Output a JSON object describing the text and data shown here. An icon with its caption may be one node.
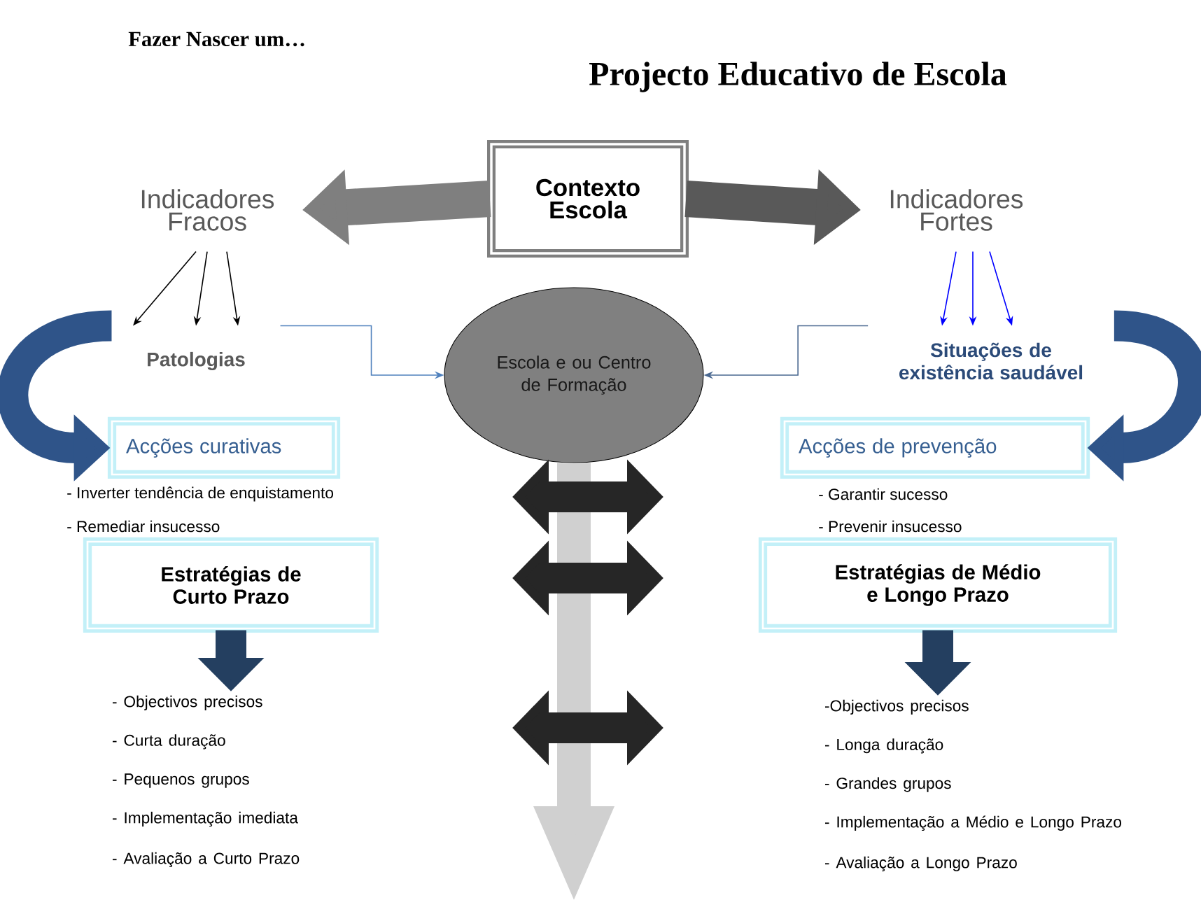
{
  "diagram": {
    "title": "Projecto Educativo de Escola",
    "nodes": [
      {
        "text": [
          "Contexto Escola"
        ]
      },
      {
        "text": [
          "Indicadores Fracos"
        ]
      },
      {
        "text": [
          "Indicadores Fortes"
        ]
      },
      {
        "text": [
          "Patologias"
        ]
      },
      {
        "text": [
          "Situações de existência saudável"
        ]
      },
      {
        "text": [
          "Escola e ou Centro de Formação"
        ]
      },
      {
        "text": [
          "Acções curativas"
        ]
      },
      {
        "text": [
          "Acções de prevenção"
        ]
      },
      {
        "text": [
          "Estratégias de Curto Prazo"
        ]
      },
      {
        "text": [
          "Estratégias de Médio e Longo Prazo"
        ]
      },
      {
        "text": [
          "- Objectivos precisos",
          "- Curta duração",
          "- Pequenos grupos",
          "- Implementação imediata",
          "- Avaliação a Curto Prazo"
        ]
      },
      {
        "text": [
          "-Objectivos precisos",
          "- Longa duração",
          "- Grandes grupos",
          "- Implementação a Médio e Longo Prazo",
          "- Avaliação a Longo Prazo"
        ]
      }
    ],
    "edges": [
      {
        "from": 0,
        "to": 1,
        "arrow": "to",
        "style": "thick",
        "color": "#7f7f7f"
      },
      {
        "from": 0,
        "to": 2,
        "arrow": "to",
        "style": "thick",
        "color": "#595959"
      },
      {
        "from": 1,
        "to": 3,
        "arrow": "to"
      },
      {
        "from": 1,
        "to": 3,
        "arrow": "to"
      },
      {
        "from": 1,
        "to": 3,
        "arrow": "to"
      },
      {
        "from": 2,
        "to": 4,
        "arrow": "to",
        "color": "#0000ff"
      },
      {
        "from": 2,
        "to": 4,
        "arrow": "to",
        "color": "#0000ff"
      },
      {
        "from": 2,
        "to": 4,
        "arrow": "to",
        "color": "#0000ff"
      },
      {
        "from": 3,
        "to": 5,
        "arrow": "to",
        "color": "#4f81bd"
      },
      {
        "from": 4,
        "to": 5,
        "arrow": "to",
        "color": "#4a6890"
      },
      {
        "from": 3,
        "to": 6,
        "arrow": "to",
        "style": "thick",
        "color": "#2f5489"
      },
      {
        "from": 4,
        "to": 7,
        "arrow": "to",
        "style": "thick",
        "color": "#2f5489"
      },
      {
        "from": 8,
        "to": 10,
        "arrow": "to",
        "style": "thick",
        "color": "#243f60"
      },
      {
        "from": 9,
        "to": 11,
        "arrow": "to",
        "style": "thick",
        "color": "#243f60"
      },
      {
        "from": 5,
        "to": null,
        "arrow": "to",
        "style": "thick",
        "color": "#d0d0d0"
      }
    ],
    "labels": [
      "Fazer Nascer um…",
      "- Inverter tendência de enquistamento",
      "- Remediar insucesso",
      "- Garantir sucesso",
      "- Prevenir insucesso"
    ]
  }
}
